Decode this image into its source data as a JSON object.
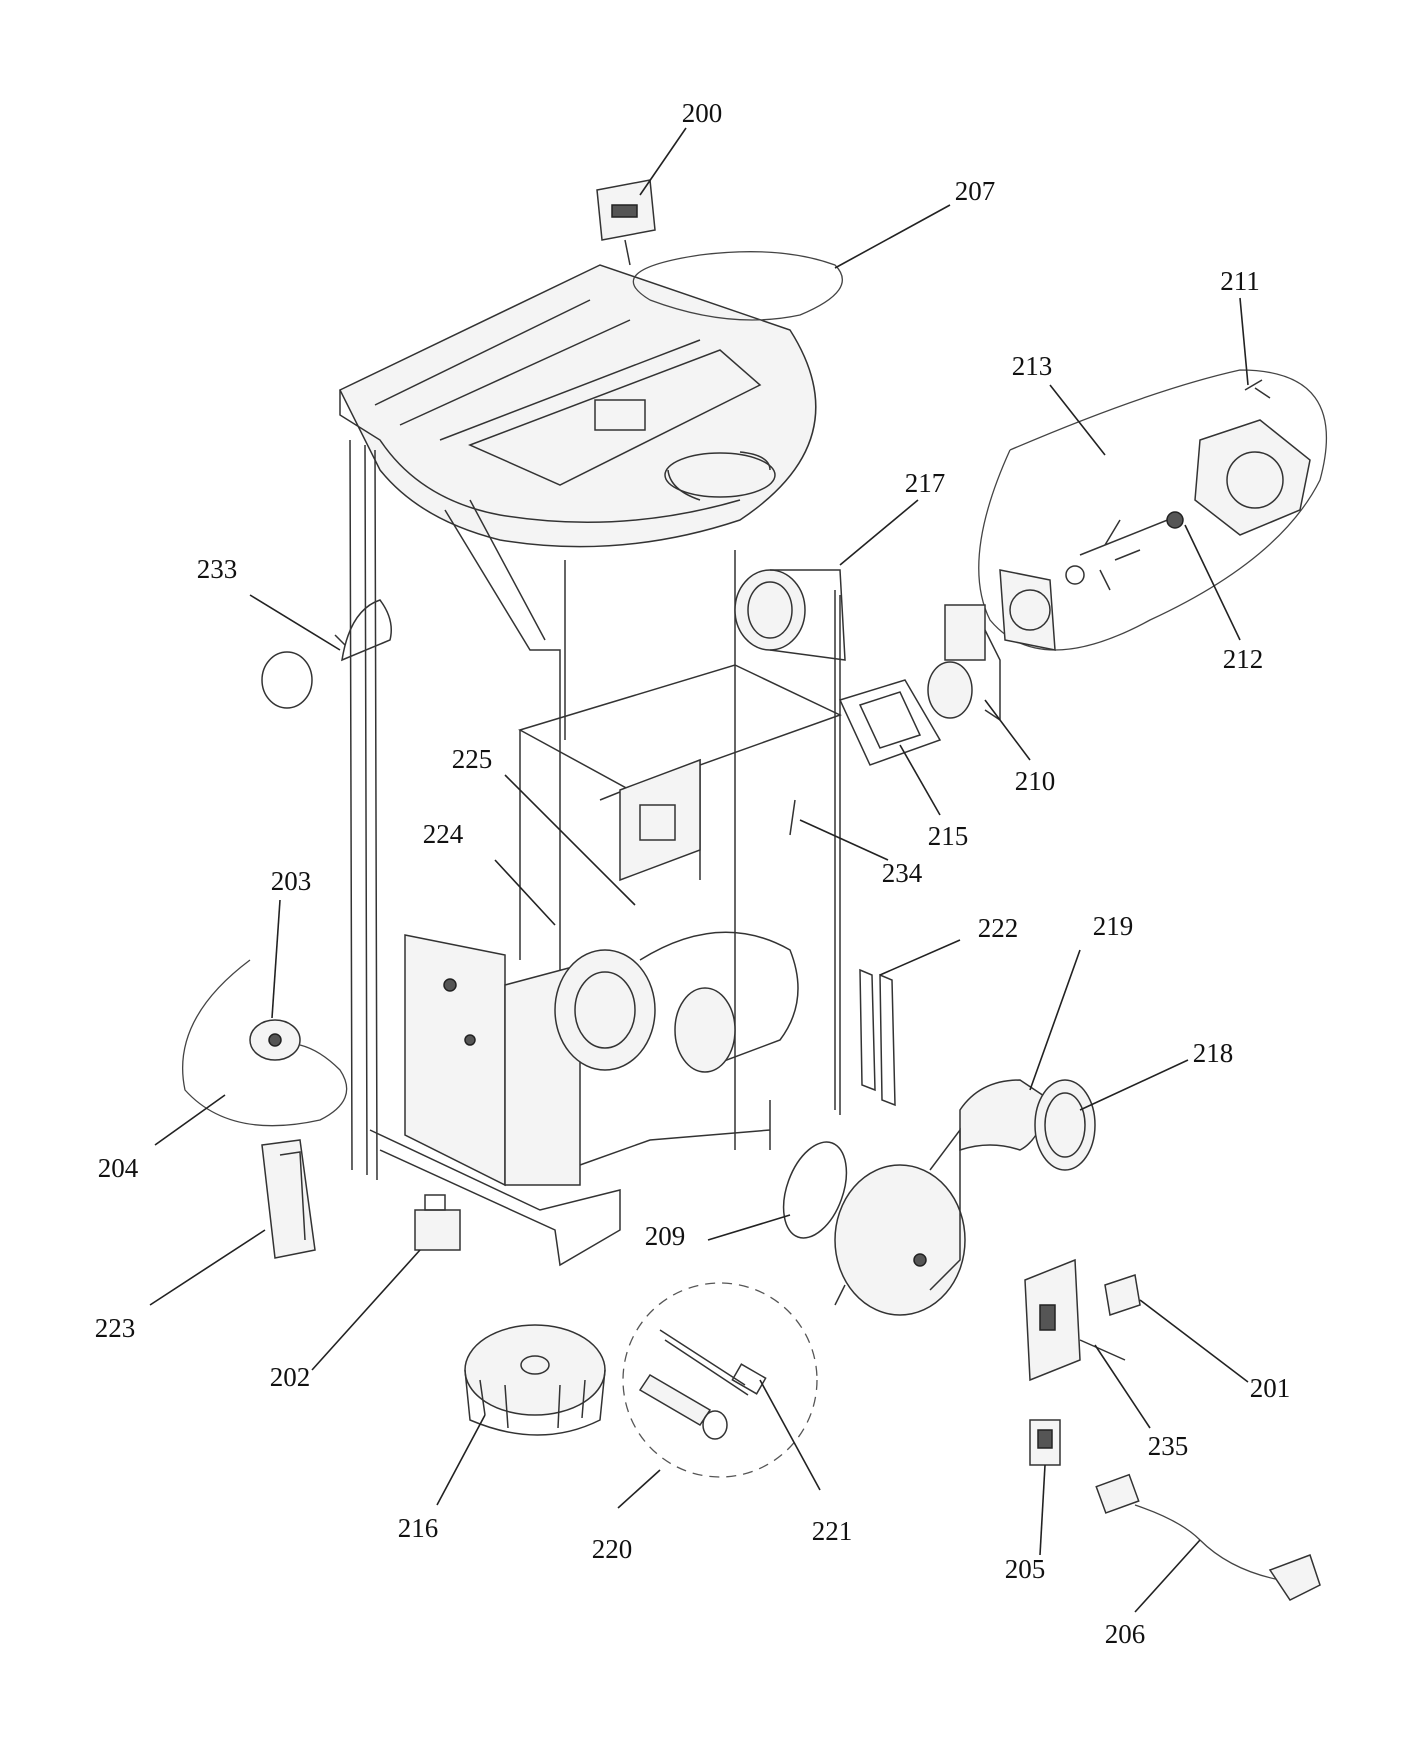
{
  "labels": {
    "l200": "200",
    "l201": "201",
    "l202": "202",
    "l203": "203",
    "l204": "204",
    "l205": "205",
    "l206": "206",
    "l207": "207",
    "l209": "209",
    "l210": "210",
    "l211": "211",
    "l212": "212",
    "l213": "213",
    "l215": "215",
    "l216": "216",
    "l217": "217",
    "l218": "218",
    "l219": "219",
    "l220": "220",
    "l221": "221",
    "l222": "222",
    "l223": "223",
    "l224": "224",
    "l225": "225",
    "l233": "233",
    "l234": "234",
    "l235": "235"
  }
}
